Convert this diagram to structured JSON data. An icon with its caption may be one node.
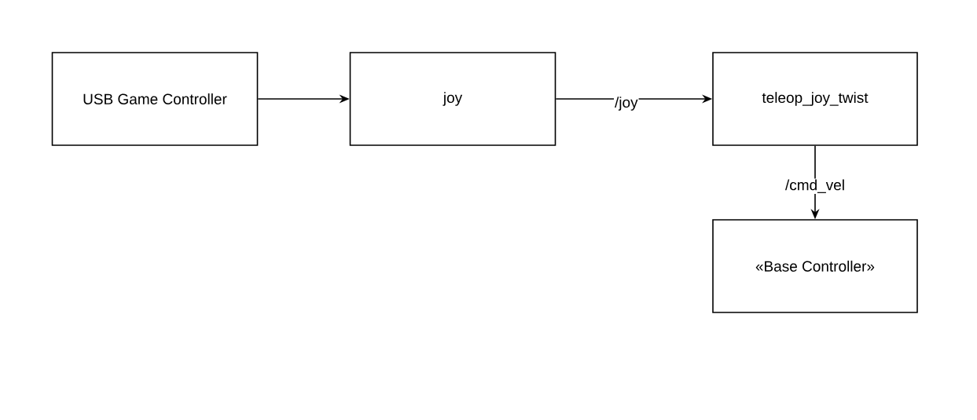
{
  "diagram": {
    "nodes": [
      {
        "text": [
          "USB Game Controller"
        ]
      },
      {
        "text": [
          "joy"
        ]
      },
      {
        "text": [
          "teleop_joy_twist"
        ]
      },
      {
        "text": [
          "«Base Controller»"
        ]
      }
    ],
    "edges": [
      {
        "from": 0,
        "to": 1,
        "arrow": "to"
      },
      {
        "from": 1,
        "to": 2,
        "arrow": "to",
        "label": "/joy"
      },
      {
        "from": 2,
        "to": 3,
        "arrow": "to",
        "label": "/cmd_vel"
      }
    ]
  }
}
